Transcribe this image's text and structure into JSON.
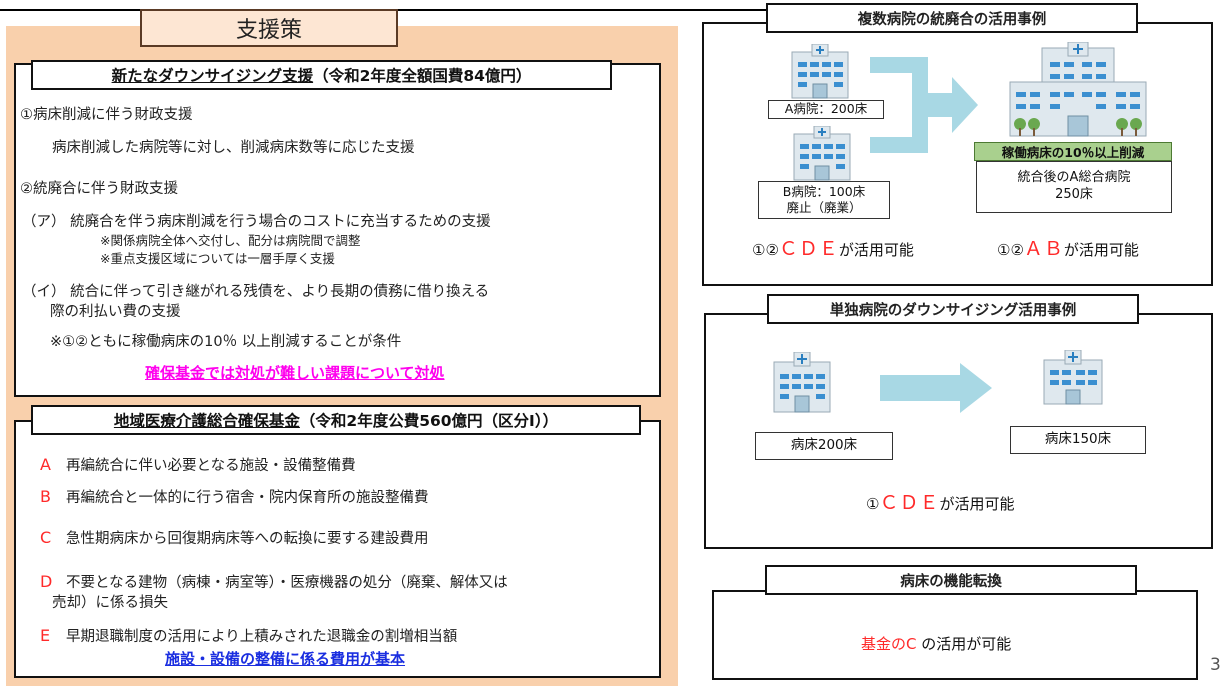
{
  "left": {
    "title": "支援策",
    "downsizing": {
      "heading": "新たなダウンサイジング支援",
      "heading_suffix": "（令和2年度全額国費84億円）",
      "item1_title": "①病床削減に伴う財政支援",
      "item1_desc": "病床削減した病院等に対し、削減病床数等に応じた支援",
      "item2_title": "②統廃合に伴う財政支援",
      "a_text": "（ア） 統廃合を伴う病床削減を行う場合のコストに充当するための支援",
      "a_note1": "※関係病院全体へ交付し、配分は病院間で調整",
      "a_note2": "※重点支援区域については一層手厚く支援",
      "i_text_1": "（イ） 統合に伴って引き継がれる残債を、より長期の債務に借り換える",
      "i_text_2": "際の利払い費の支援",
      "condition": "※①②ともに稼働病床の10％ 以上削減することが条件",
      "emphasis": "確保基金では対処が難しい課題について対処"
    },
    "fund": {
      "heading": "地域医療介護総合確保基金",
      "heading_suffix": "（令和2年度公費560億円（区分Ⅰ））",
      "items": [
        {
          "letter": "A",
          "text": "再編統合に伴い必要となる施設・設備整備費"
        },
        {
          "letter": "B",
          "text": "再編統合と一体的に行う宿舎・院内保育所の施設整備費"
        },
        {
          "letter": "C",
          "text": "急性期病床から回復期病床等への転換に要する建設費用"
        },
        {
          "letter": "D",
          "text": "不要となる建物（病棟・病室等）・医療機器の処分（廃棄、解体又は"
        },
        {
          "letter": "E",
          "text": "早期退職制度の活用により上積みされた退職金の割増相当額"
        }
      ],
      "d_continued": "売却）に係る損失",
      "emphasis": "施設・設備の整備に係る費用が基本"
    }
  },
  "right": {
    "merger": {
      "title": "複数病院の統廃合の活用事例",
      "hospital_a": "A病院：200床",
      "hospital_b_line1": "B病院：100床",
      "hospital_b_line2": "廃止（廃業）",
      "reduction_badge": "稼働病床の10％以上削減",
      "result_line1": "統合後のA総合病院",
      "result_line2": "250床",
      "left_caption_prefix": "①②",
      "left_caption_letters": "ＣＤＥ",
      "left_caption_suffix": "が活用可能",
      "right_caption_prefix": "①②",
      "right_caption_letters": "ＡＢ",
      "right_caption_suffix": "が活用可能"
    },
    "single": {
      "title": "単独病院のダウンサイジング活用事例",
      "before": "病床200床",
      "after": "病床150床",
      "caption_prefix": "①",
      "caption_letters": "ＣＤＥ",
      "caption_suffix": "が活用可能"
    },
    "conversion": {
      "title": "病床の機能転換",
      "caption_red": "基金のC",
      "caption_rest": " の活用が可能"
    }
  },
  "page_number": "3",
  "colors": {
    "panel_bg": "#f9d0ac",
    "accent_red": "#ff2a2a",
    "accent_pink": "#ff00ee",
    "accent_blue": "#1a2ee0",
    "arrow": "#a8d8e4",
    "badge_green": "#a9d08e"
  }
}
